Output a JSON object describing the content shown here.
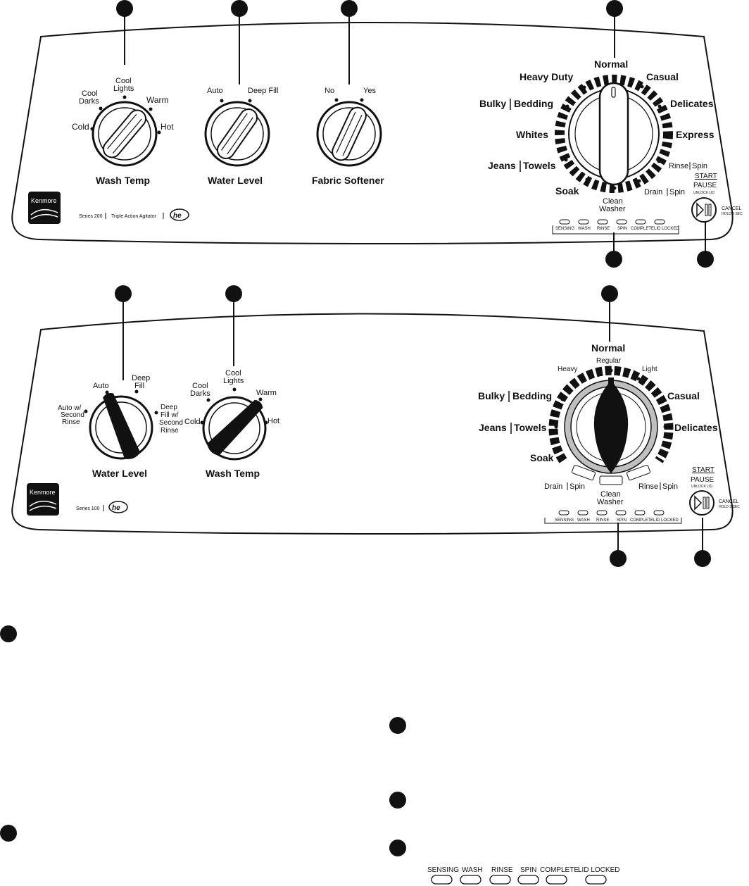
{
  "panel1": {
    "wash_temp": {
      "title": "Wash Temp",
      "settings": {
        "cold": "Cold",
        "cool_darks_1": "Cool",
        "cool_darks_2": "Darks",
        "cool_lights_1": "Cool",
        "cool_lights_2": "Lights",
        "warm": "Warm",
        "hot": "Hot"
      }
    },
    "water_level": {
      "title": "Water Level",
      "auto": "Auto",
      "deep_fill": "Deep Fill"
    },
    "fabric_softener": {
      "title": "Fabric Softener",
      "no": "No",
      "yes": "Yes"
    },
    "cycles": {
      "normal": "Normal",
      "heavy_duty": "Heavy Duty",
      "casual": "Casual",
      "bulky": "Bulky",
      "bedding": "Bedding",
      "delicates": "Delicates",
      "whites": "Whites",
      "express": "Express",
      "jeans": "Jeans",
      "towels": "Towels",
      "rinse": "Rinse",
      "spin": "Spin",
      "soak": "Soak",
      "drain": "Drain",
      "clean_washer_1": "Clean",
      "clean_washer_2": "Washer"
    },
    "status_lights": [
      "SENSING",
      "WASH",
      "RINSE",
      "SPIN",
      "COMPLETE",
      "LID LOCKED"
    ],
    "start_pause": {
      "start": "START",
      "pause": "PAUSE",
      "unlock": "UNLOCK LID",
      "cancel": "CANCEL",
      "hold": "HOLD 3 SEC"
    },
    "brand": "Kenmore",
    "series": "Series 200",
    "feature": "Triple Action Agitator",
    "he_logo": "he"
  },
  "panel2": {
    "water_level": {
      "title": "Water Level",
      "auto": "Auto",
      "deep_fill_1": "Deep",
      "deep_fill_2": "Fill",
      "auto_second_1": "Auto w/",
      "auto_second_2": "Second",
      "auto_second_3": "Rinse",
      "deep_second_1": "Deep",
      "deep_second_2": "Fill w/",
      "deep_second_3": "Second",
      "deep_second_4": "Rinse"
    },
    "wash_temp": {
      "title": "Wash Temp",
      "cold": "Cold",
      "cool_darks_1": "Cool",
      "cool_darks_2": "Darks",
      "cool_lights_1": "Cool",
      "cool_lights_2": "Lights",
      "warm": "Warm",
      "hot": "Hot"
    },
    "cycles": {
      "normal": "Normal",
      "regular": "Regular",
      "heavy": "Heavy",
      "light": "Light",
      "bulky": "Bulky",
      "bedding": "Bedding",
      "casual": "Casual",
      "jeans": "Jeans",
      "towels": "Towels",
      "delicates": "Delicates",
      "soak": "Soak",
      "drain": "Drain",
      "spin_a": "Spin",
      "rinse": "Rinse",
      "spin_b": "Spin",
      "clean_washer_1": "Clean",
      "clean_washer_2": "Washer"
    },
    "status_lights": [
      "SENSING",
      "WASH",
      "RINSE",
      "SPIN",
      "COMPLETE",
      "LID LOCKED"
    ],
    "start_pause": {
      "start": "START",
      "pause": "PAUSE",
      "unlock": "UNLOCK LID",
      "cancel": "CANCEL",
      "hold": "HOLD 3 SEC"
    },
    "brand": "Kenmore",
    "series": "Series 100",
    "he_logo": "he"
  },
  "legend_status_lights": [
    "SENSING",
    "WASH",
    "RINSE",
    "SPIN",
    "COMPLETE",
    "LID LOCKED"
  ],
  "icons": [
    "callout-marker-icon",
    "kenmore-logo-icon",
    "he-logo-icon",
    "play-pause-icon",
    "knob-pointer-icon"
  ]
}
